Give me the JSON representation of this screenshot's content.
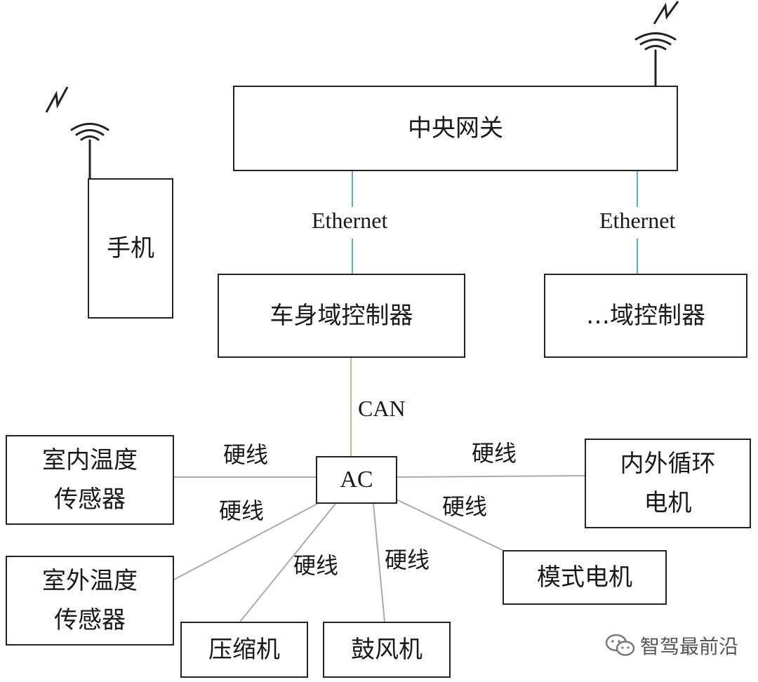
{
  "nodes": {
    "gateway": "中央网关",
    "phone": "手机",
    "body_domain": "车身域控制器",
    "other_domain": "…域控制器",
    "ac": "AC",
    "indoor_temp": "室内温度\n传感器",
    "outdoor_temp": "室外温度\n传感器",
    "compressor": "压缩机",
    "blower": "鼓风机",
    "mode_motor": "模式电机",
    "recirc_motor": "内外循环\n电机"
  },
  "links": {
    "eth_left": "Ethernet",
    "eth_right": "Ethernet",
    "can": "CAN",
    "wire_indoor": "硬线",
    "wire_outdoor": "硬线",
    "wire_compressor": "硬线",
    "wire_blower": "硬线",
    "wire_recirc": "硬线",
    "wire_mode": "硬线"
  },
  "colors": {
    "ethernet_line": "#4fb3d9",
    "can_line": "#c8b890",
    "wire_line": "#aaaaaa",
    "box_border": "#222222"
  },
  "icons": {
    "antenna": "antenna-icon",
    "signal": "lightning-icon",
    "watermark": "wechat-icon"
  },
  "watermark": {
    "text": "智驾最前沿"
  }
}
